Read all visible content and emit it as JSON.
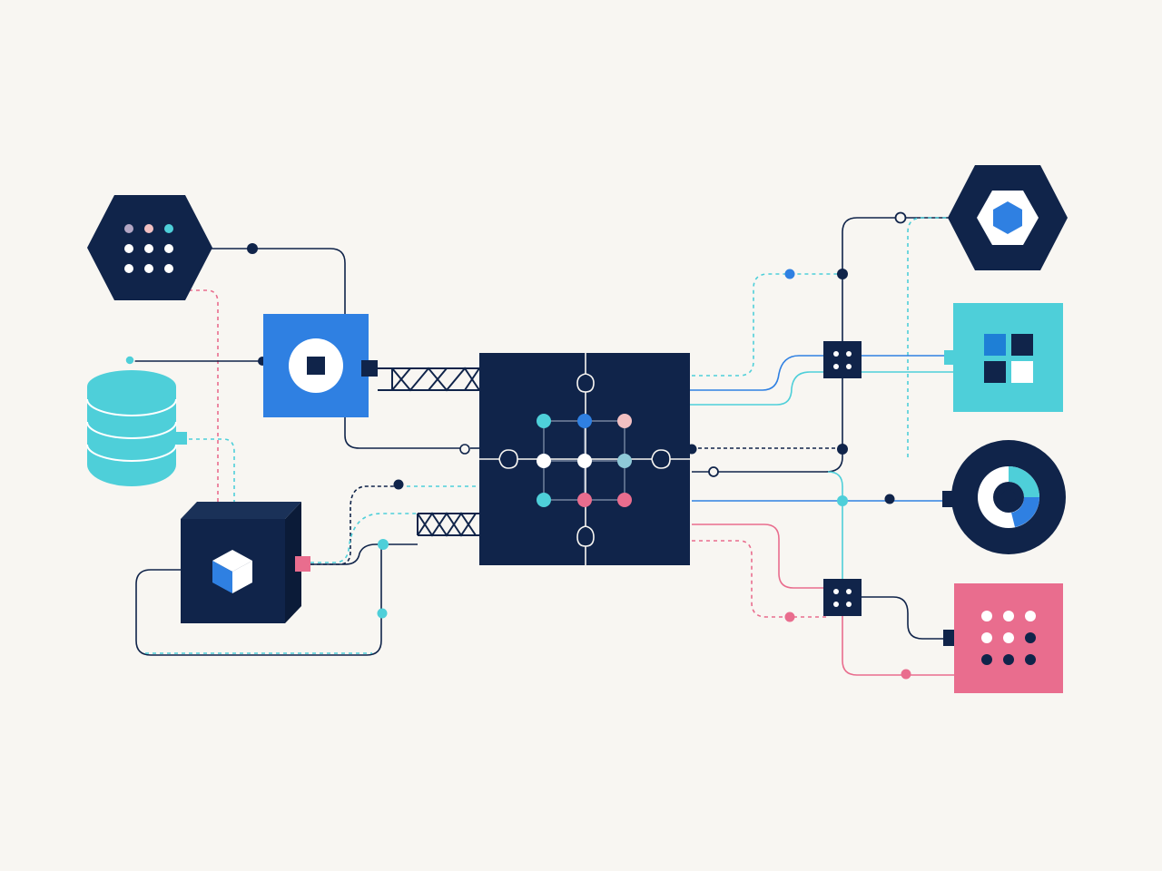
{
  "diagram": {
    "colors": {
      "background": "#F8F6F2",
      "navy": "#10244A",
      "blue": "#2F80E2",
      "teal": "#4ECFD9",
      "pink": "#E96D8E",
      "blush": "#F2C0C2",
      "white": "#FFFFFF",
      "mauve": "#B3A6C4"
    },
    "nodes": [
      {
        "id": "hex-dot-grid",
        "shape": "hexagon",
        "icon": "dot-grid-icon"
      },
      {
        "id": "blue-square",
        "shape": "square",
        "icon": "stop-button-icon"
      },
      {
        "id": "database",
        "shape": "cylinder",
        "icon": "database-icon"
      },
      {
        "id": "dark-cube-box",
        "shape": "box-3d",
        "icon": "cube-icon"
      },
      {
        "id": "central-hub",
        "shape": "puzzle-square",
        "icon": "node-network-icon"
      },
      {
        "id": "right-hex",
        "shape": "hexagon",
        "icon": "hexagon-icon"
      },
      {
        "id": "teal-square",
        "shape": "square",
        "icon": "grid-tiles-icon"
      },
      {
        "id": "donut-circle",
        "shape": "circle",
        "icon": "donut-chart-icon"
      },
      {
        "id": "pink-square",
        "shape": "square",
        "icon": "dot-grid-icon"
      },
      {
        "id": "junction-top",
        "shape": "small-square",
        "icon": "four-dots-icon"
      },
      {
        "id": "junction-bottom",
        "shape": "small-square",
        "icon": "four-dots-icon"
      }
    ],
    "bridges": [
      "truss-bridge-top",
      "truss-bridge-bottom"
    ],
    "connectors": {
      "styles": [
        "solid",
        "dashed"
      ]
    }
  }
}
